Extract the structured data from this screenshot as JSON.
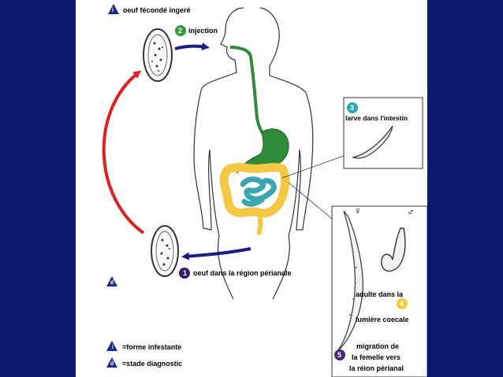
{
  "labels": {
    "egg_ingested": "oeuf fécondé ingeré",
    "injection": "injection",
    "larva_intestine": "larve dans l'intestin",
    "egg_perianal": "oeuf dans la région périanale",
    "adult_line1": "adulte dans la",
    "adult_line2": "lumière coecale",
    "migration_line1": "migration de",
    "migration_line2": "la femelle vers",
    "migration_line3": "la réion périanal",
    "legend_infective": "=forme infestante",
    "legend_diagnostic": "=stade diagnostic"
  },
  "markers": {
    "i": "i",
    "d": "d",
    "step1": "1",
    "step2": "2",
    "step3": "3",
    "step4": "4",
    "step5": "5"
  },
  "symbols": {
    "female": "♀",
    "male": "♂"
  },
  "colors": {
    "background": "#0b1a6e",
    "infective_triangle": "#1a2a8c",
    "step1": "#3a1a6e",
    "step2": "#3a9a3a",
    "step3": "#2aa8b8",
    "step4": "#f2cc3a",
    "step5": "#4a2a7e",
    "cycle_arrow_red": "#e51e1e",
    "cycle_arrow_blue": "#1a1a8c",
    "stomach": "#2e8b3a",
    "colon": "#f5c842",
    "small_intestine": "#3aa6b0"
  }
}
